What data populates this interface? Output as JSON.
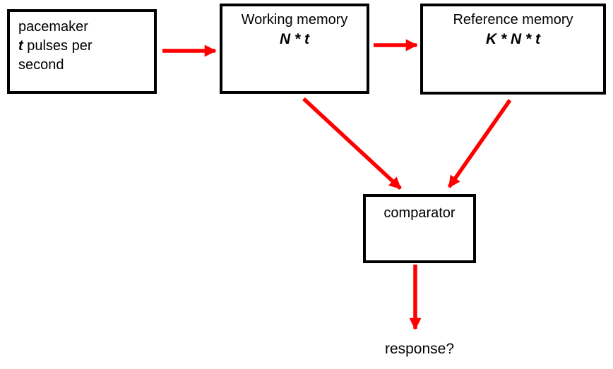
{
  "diagram": {
    "boxes": {
      "pacemaker": {
        "line1": "pacemaker",
        "line2_var": "t",
        "line2_rest": " pulses per",
        "line3": "second"
      },
      "working_memory": {
        "title": "Working memory",
        "formula": "N * t"
      },
      "reference_memory": {
        "title": "Reference memory",
        "formula": "K * N * t"
      },
      "comparator": {
        "label": "comparator"
      }
    },
    "response_label": "response?",
    "arrows": {
      "pacemaker_to_working": "pacemaker → working memory",
      "working_to_reference": "working memory → reference memory",
      "working_to_comparator": "working memory → comparator",
      "reference_to_comparator": "reference memory → comparator",
      "comparator_to_response": "comparator → response"
    },
    "colors": {
      "arrow": "#ff0000",
      "box_border": "#000000",
      "text": "#000000",
      "background": "#ffffff"
    }
  }
}
